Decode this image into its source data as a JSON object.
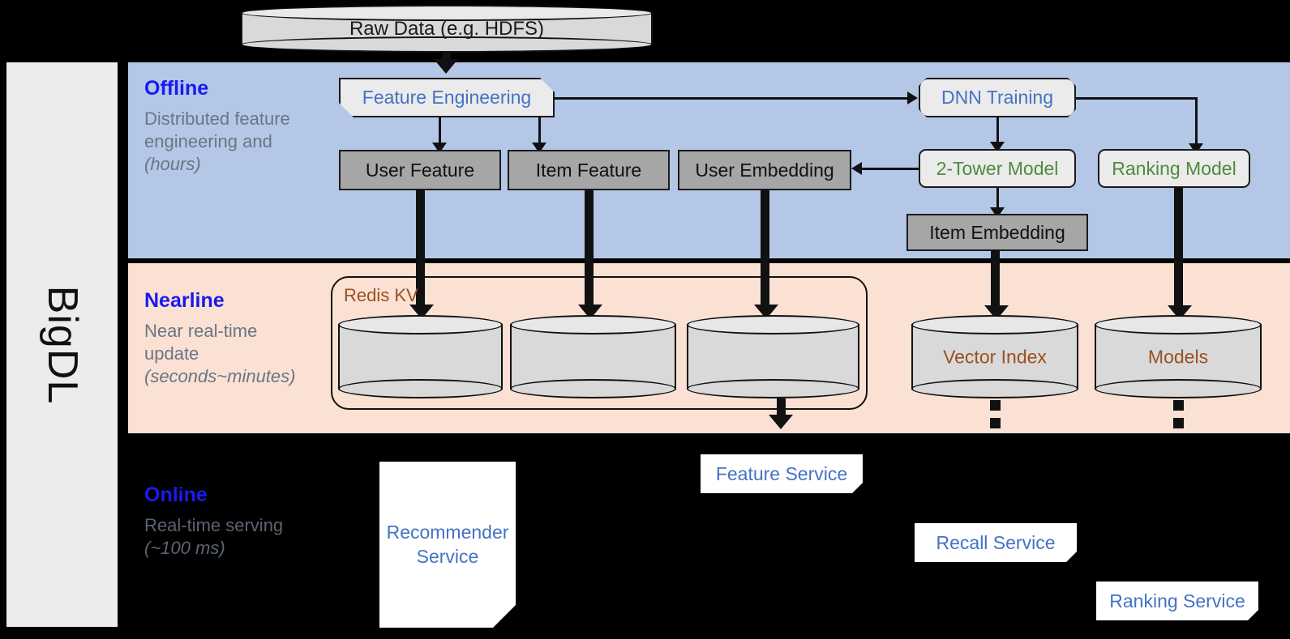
{
  "rail": {
    "label": "BigDL"
  },
  "source": {
    "label": "Raw Data (e.g. HDFS)"
  },
  "bands": {
    "offline": {
      "title": "Offline",
      "subtitle": "Distributed feature engineering and ",
      "emphasis": "(hours)"
    },
    "nearline": {
      "title": "Nearline",
      "subtitle": "Near real-time update ",
      "emphasis": "(seconds~minutes)"
    },
    "online": {
      "title": "Online",
      "subtitle": "Real-time serving ",
      "emphasis": "(~100 ms)"
    }
  },
  "offline": {
    "feature_engineering": "Feature Engineering",
    "dnn_training": "DNN Training",
    "user_feature": "User Feature",
    "item_feature": "Item Feature",
    "user_embedding": "User Embedding",
    "two_tower_model": "2-Tower Model",
    "ranking_model": "Ranking Model",
    "item_embedding": "Item Embedding"
  },
  "nearline": {
    "redis_label": "Redis KV",
    "stores": [
      "",
      "",
      ""
    ],
    "vector_index": "Vector Index",
    "models": "Models"
  },
  "online": {
    "recommender_service": "Recommender Service",
    "feature_service": "Feature Service",
    "recall_service": "Recall Service",
    "ranking_service": "Ranking Service"
  },
  "colors": {
    "band_offline": "#b4c7e7",
    "band_nearline": "#fae1d3",
    "band_online": "#000000",
    "band_title": "#1a1aee",
    "process_blue": "#4472c4",
    "model_green": "#4e8b3c",
    "store_brown": "#9c4f20",
    "data_gray": "#a6a6a6"
  }
}
